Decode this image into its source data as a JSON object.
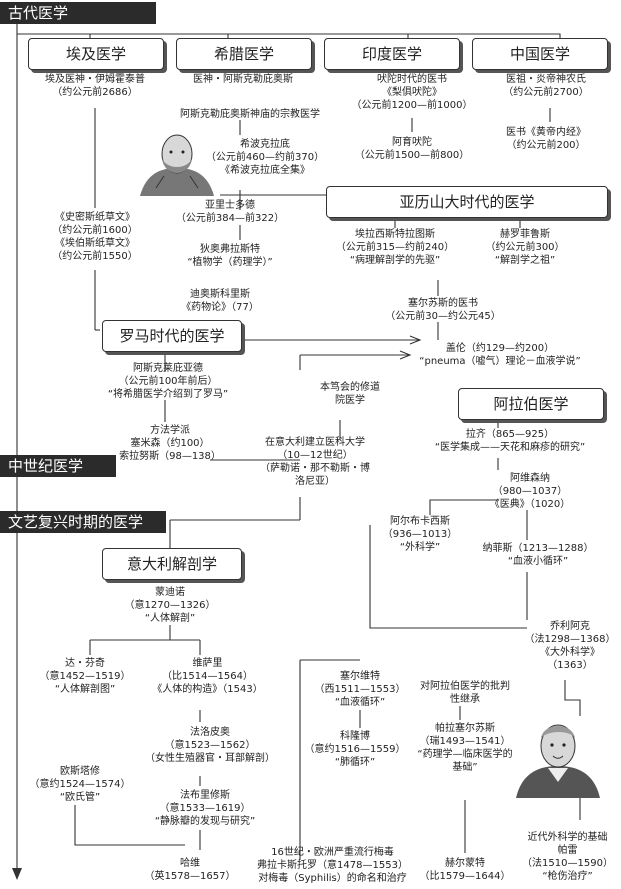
{
  "bands": {
    "ancient": "古代医学",
    "medieval": "中世纪医学",
    "renaissance": "文艺复兴时期的医学"
  },
  "boxes": {
    "egypt": "埃及医学",
    "greece": "希腊医学",
    "india": "印度医学",
    "china": "中国医学",
    "alexandria": "亚历山大时代的医学",
    "rome": "罗马时代的医学",
    "arab": "阿拉伯医学",
    "italy": "意大利解剖学"
  },
  "texts": {
    "imhotep": [
      "埃及医神・伊姆霍泰普",
      "（约公元前2686）"
    ],
    "asclepius": [
      "医神・阿斯克勒庇奥斯"
    ],
    "asclepius_temple": [
      "阿斯克勒庇奥斯神庙的宗教医学"
    ],
    "veda": [
      "吠陀时代的医书",
      "《梨俱吠陀》",
      "（公元前1200—前1000）"
    ],
    "ayurveda": [
      "阿育吠陀",
      "（公元前1500—前800）"
    ],
    "shennong": [
      "医祖・炎帝神农氏",
      "（约公元前2700）"
    ],
    "huangdi": [
      "医书《黄帝内经》",
      "（约公元前200）"
    ],
    "hippocrates": [
      "希波克拉底",
      "（公元前460—约前370）",
      "《希波克拉底全集》"
    ],
    "papyrus": [
      "《史密斯纸草文》",
      "（约公元前1600）",
      "《埃伯斯纸草文》",
      "（约公元前1550）"
    ],
    "aristotle": [
      "亚里士多德",
      "（公元前384—前322）"
    ],
    "theophrastus": [
      "狄奥弗拉斯特",
      "“植物学（药理学）”"
    ],
    "erasistratus": [
      "埃拉西斯特拉图斯",
      "（公元前315—约前240）",
      "“病理解剖学的先驱”"
    ],
    "herophilus": [
      "赫罗菲鲁斯",
      "（约公元前300）",
      "“解剖学之祖”"
    ],
    "dioscorides": [
      "迪奥斯科里斯",
      "《药物论》（77）"
    ],
    "celsus": [
      "塞尔苏斯的医书",
      "（公元前30—约公元45）"
    ],
    "galen": [
      "盖伦（约129—约200）",
      "“pneuma（嘘气）理论－血液学说”"
    ],
    "asclepiades": [
      "阿斯克莱庇亚德",
      "（公元前100年前后）",
      "“将希腊医学介绍到了罗马”"
    ],
    "monastery": [
      "本笃会的修道",
      "院医学"
    ],
    "methodic": [
      "方法学派",
      "塞米森（约100）",
      "索拉努斯（98—138）"
    ],
    "salerno": [
      "在意大利建立医科大学",
      "（10—12世纪）",
      "（萨勒诺・那不勒斯・博",
      "洛尼亚）"
    ],
    "rhazes": [
      "拉齐（865—925）",
      "“医学集成——天花和麻疹的研究”"
    ],
    "avicenna": [
      "阿维森纳",
      "（980—1037）",
      "《医典》（1020）"
    ],
    "albucasis": [
      "阿尔布卡西斯",
      "（936—1013）",
      "“外科学”"
    ],
    "ibn_nafis": [
      "纳菲斯（1213—1288）",
      "“血液小循环”"
    ],
    "mondino": [
      "蒙迪诺",
      "（意1270—1326）",
      "“人体解剖”"
    ],
    "guy": [
      "乔利阿克",
      "（法1298—1368）",
      "《大外科学》",
      "（1363）"
    ],
    "davinci": [
      "达・芬奇",
      "（意1452—1519）",
      "“人体解剖图”"
    ],
    "vesalius": [
      "维萨里",
      "（比1514—1564）",
      "《人体的构造》（1543）"
    ],
    "servetus": [
      "塞尔维特",
      "（西1511—1553）",
      "“血液循环”"
    ],
    "critique": [
      "对阿拉伯医学的批判",
      "性继承"
    ],
    "colombo": [
      "科隆博",
      "（意约1516—1559）",
      "“肺循环”"
    ],
    "paracelsus": [
      "帕拉塞尔苏斯",
      "（瑞1493—1541）",
      "“药理学—临床医学的",
      "基础”"
    ],
    "falloppio": [
      "法洛皮奥",
      "（意1523—1562）",
      "（女性生殖器官・耳部解剖）"
    ],
    "eustachi": [
      "欧斯塔修",
      "（意约1524—1574）",
      "“欧氏管”"
    ],
    "fabricius": [
      "法布里修斯",
      "（意1533—1619）",
      "“静脉瓣的发现与研究”"
    ],
    "harvey": [
      "哈维",
      "（英1578—1657）"
    ],
    "syphilis": [
      "16世纪・欧洲严重流行梅毒",
      "弗拉卡斯托罗（意1478—1553）",
      "对梅毒（Syphilis）的命名和治疗"
    ],
    "helmont": [
      "赫尔蒙特",
      "（比1579—1644）"
    ],
    "pare": [
      "近代外科学的基础",
      "帕雷",
      "（法1510—1590）",
      "“枪伤治疗”"
    ]
  }
}
